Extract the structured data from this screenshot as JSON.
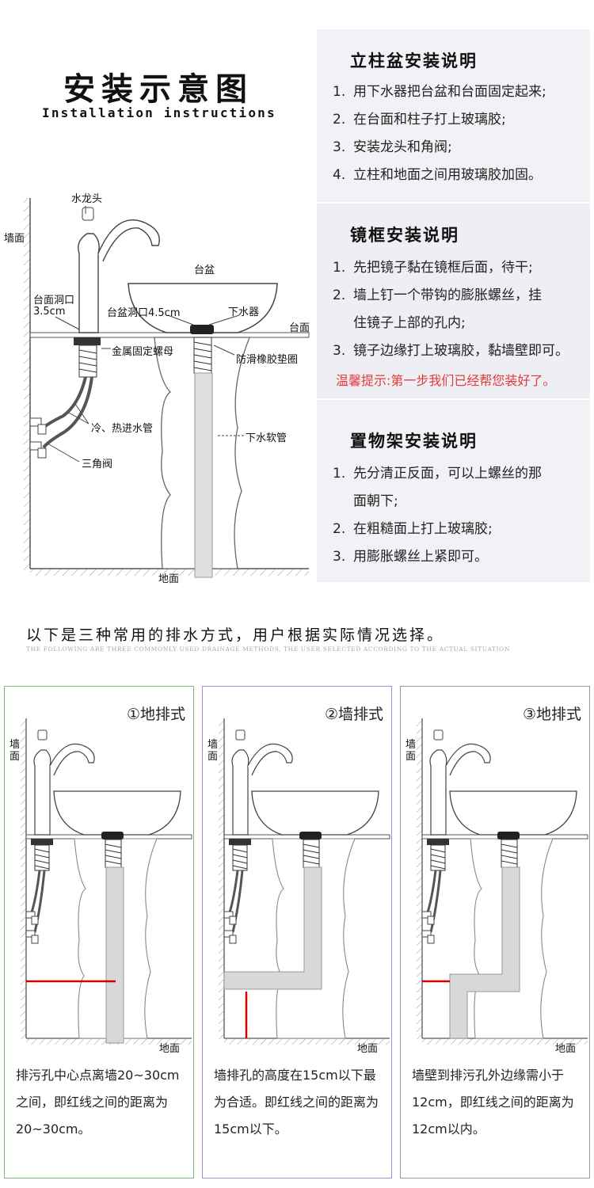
{
  "header": {
    "title_zh": "安装示意图",
    "title_en": "Installation instructions"
  },
  "diagram": {
    "labels": {
      "faucet": "水龙头",
      "wall": "墙面",
      "basin": "台盆",
      "counter_hole": "台面洞口",
      "counter_hole_size": "3.5cm",
      "basin_hole": "台盆洞口4.5cm",
      "drain": "下水器",
      "countertop": "台面",
      "metal_nut": "金属固定螺母",
      "rubber_gasket": "防滑橡胶垫圈",
      "inlet_pipes": "冷、热进水管",
      "drain_hose": "下水软管",
      "angle_valve": "三角阀",
      "floor": "地面"
    }
  },
  "panels": [
    {
      "title": "立柱盆安装说明",
      "items": [
        {
          "n": "1.",
          "lines": [
            "用下水器把台盆和台面固定起来;"
          ]
        },
        {
          "n": "2.",
          "lines": [
            "在台面和柱子打上玻璃胶;"
          ]
        },
        {
          "n": "3.",
          "lines": [
            "安装龙头和角阀;"
          ]
        },
        {
          "n": "4.",
          "lines": [
            "立柱和地面之间用玻璃胶加固。"
          ]
        }
      ]
    },
    {
      "title": "镜框安装说明",
      "items": [
        {
          "n": "1.",
          "lines": [
            "先把镜子黏在镜框后面，待干;"
          ]
        },
        {
          "n": "2.",
          "lines": [
            "墙上钉一个带钩的膨胀螺丝，挂",
            "住镜子上部的孔内;"
          ]
        },
        {
          "n": "3.",
          "lines": [
            "镜子边缘打上玻璃胶，黏墙壁即可。"
          ]
        }
      ],
      "tip": "温馨提示:第一步我们已经帮您装好了。"
    },
    {
      "title": "置物架安装说明",
      "items": [
        {
          "n": "1.",
          "lines": [
            "先分清正反面，可以上螺丝的那",
            "面朝下;"
          ]
        },
        {
          "n": "2.",
          "lines": [
            "在粗糙面上打上玻璃胶;"
          ]
        },
        {
          "n": "3.",
          "lines": [
            "用膨胀螺丝上紧即可。"
          ]
        }
      ]
    }
  ],
  "methods": {
    "title": "以下是三种常用的排水方式，用户根据实际情况选择。",
    "subtitle": "THE FOLLOWING ARE THREE COMMONLY USED DRAINAGE METHODS, THE USER SELECTED ACCORDING TO THE ACTUAL SITUATION",
    "cards": [
      {
        "title": "①地排式",
        "wall": "墙面",
        "floor": "地面",
        "border": "#7ab87a",
        "desc": "排污孔中心点离墙20~30cm之间，即红线之间的距离为20~30cm。"
      },
      {
        "title": "②墙排式",
        "wall": "墙面",
        "floor": "地面",
        "border": "#a98bd0",
        "desc": "墙排孔的高度在15cm以下最为合适。即红线之间的距离为15cm以下。"
      },
      {
        "title": "③地排式",
        "wall": "墙面",
        "floor": "地面",
        "border": "#999999",
        "desc": "墙壁到排污孔外边缘需小于12cm，即红线之间的距离为12cm以内。"
      }
    ]
  },
  "colors": {
    "panel_bg": "#f2f2f6",
    "tip": "#e23a3a",
    "red_line": "#d00000"
  }
}
